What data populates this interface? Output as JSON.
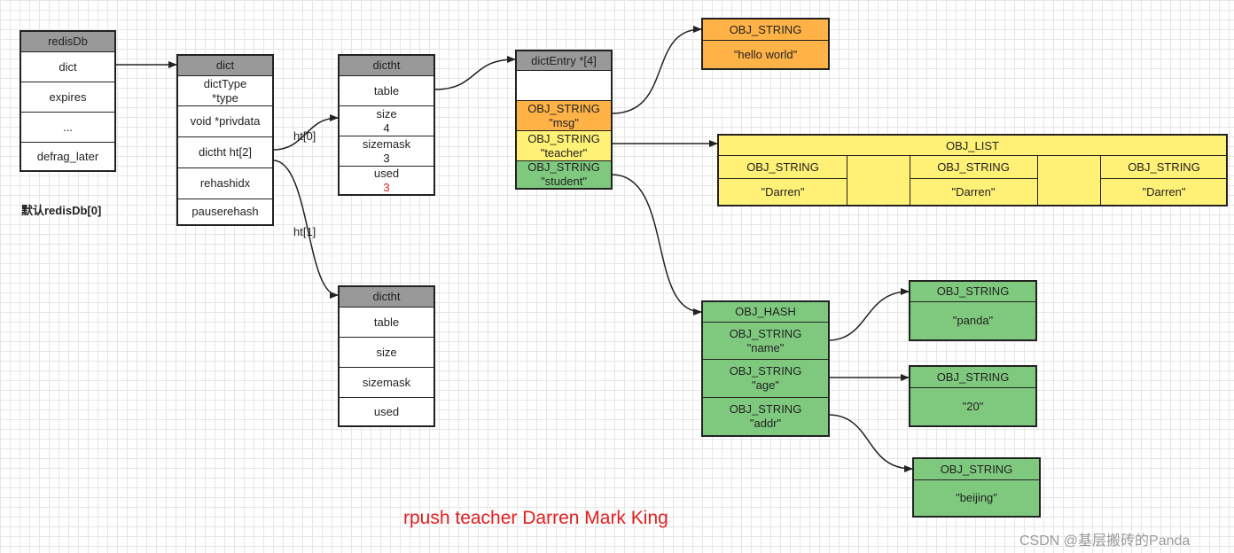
{
  "redisDb": {
    "header": "redisDb",
    "fields": [
      "dict",
      "expires",
      "...",
      "defrag_later"
    ],
    "caption": "默认redisDb[0]"
  },
  "dict": {
    "header": "dict",
    "fields": [
      [
        "dictType",
        "*type"
      ],
      [
        "void *privdata"
      ],
      [
        "dictht ht[2]"
      ],
      [
        "rehashidx"
      ],
      [
        "pauserehash"
      ]
    ]
  },
  "ht0": {
    "header": "dictht",
    "rows": [
      {
        "name": "table"
      },
      {
        "name": "size",
        "value": "4"
      },
      {
        "name": "sizemask",
        "value": "3"
      },
      {
        "name": "used",
        "value": "3"
      }
    ]
  },
  "ht1": {
    "header": "dictht",
    "rows": [
      "table",
      "size",
      "sizemask",
      "used"
    ]
  },
  "edge_labels": {
    "ht0": "ht[0]",
    "ht1": "ht[1]"
  },
  "dictEntry": {
    "header": "dictEntry *[4]",
    "entries": [
      {
        "type": "",
        "key": ""
      },
      {
        "type": "OBJ_STRING",
        "key": "\"msg\""
      },
      {
        "type": "OBJ_STRING",
        "key": "\"teacher\""
      },
      {
        "type": "OBJ_STRING",
        "key": "\"student\""
      }
    ]
  },
  "hello": {
    "header": "OBJ_STRING",
    "value": "\"hello world\""
  },
  "list": {
    "header": "OBJ_LIST",
    "items": [
      {
        "type": "OBJ_STRING",
        "value": "\"Darren\""
      },
      {
        "type": "OBJ_STRING",
        "value": "\"Darren\""
      },
      {
        "type": "OBJ_STRING",
        "value": "\"Darren\""
      }
    ]
  },
  "hash": {
    "header": "OBJ_HASH",
    "fields": [
      {
        "type": "OBJ_STRING",
        "key": "\"name\""
      },
      {
        "type": "OBJ_STRING",
        "key": "\"age\""
      },
      {
        "type": "OBJ_STRING",
        "key": "\"addr\""
      }
    ]
  },
  "values": [
    {
      "header": "OBJ_STRING",
      "value": "\"panda\""
    },
    {
      "header": "OBJ_STRING",
      "value": "\"20\""
    },
    {
      "header": "OBJ_STRING",
      "value": "\"beijing\""
    }
  ],
  "command": "rpush teacher Darren Mark King",
  "watermark": "CSDN @基层搬砖的Panda",
  "colors": {
    "header_gray": "#999999",
    "orange": "#ffb347",
    "yellow": "#fff176",
    "green": "#7fc97f",
    "red_text": "#e02020",
    "line": "#222222"
  }
}
